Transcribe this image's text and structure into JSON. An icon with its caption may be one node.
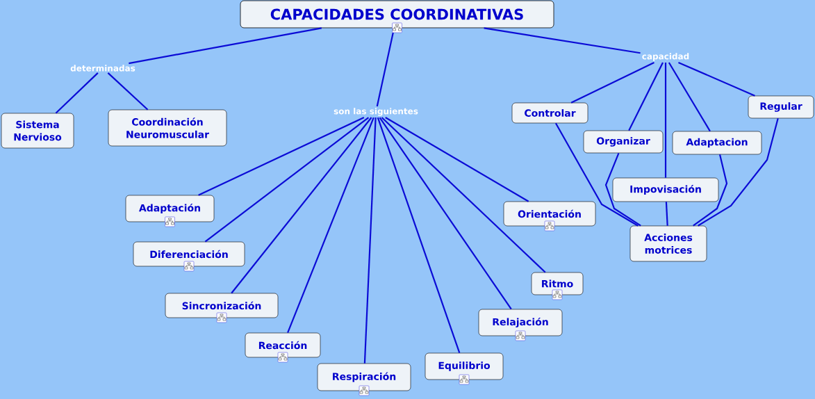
{
  "diagram": {
    "nodes": [
      {
        "text": [
          "CAPACIDADES COORDINATIVAS"
        ]
      },
      {
        "text": [
          "determinadas"
        ]
      },
      {
        "text": [
          "son las siguientes"
        ]
      },
      {
        "text": [
          "capacidad"
        ]
      },
      {
        "text": [
          "Sistema Nervioso"
        ]
      },
      {
        "text": [
          "Coordinación Neuromuscular"
        ]
      },
      {
        "text": [
          "Adaptación"
        ]
      },
      {
        "text": [
          "Diferenciación"
        ]
      },
      {
        "text": [
          "Sincronización"
        ]
      },
      {
        "text": [
          "Reacción"
        ]
      },
      {
        "text": [
          "Respiración"
        ]
      },
      {
        "text": [
          "Equilibrio"
        ]
      },
      {
        "text": [
          "Relajación"
        ]
      },
      {
        "text": [
          "Ritmo"
        ]
      },
      {
        "text": [
          "Orientación"
        ]
      },
      {
        "text": [
          "Controlar"
        ]
      },
      {
        "text": [
          "Organizar"
        ]
      },
      {
        "text": [
          "Adaptacion"
        ]
      },
      {
        "text": [
          "Regular"
        ]
      },
      {
        "text": [
          "Impovisación"
        ]
      },
      {
        "text": [
          "Acciones motrices"
        ]
      }
    ],
    "edges": [
      {
        "from": 0,
        "to": 1,
        "arrow": "none"
      },
      {
        "from": 0,
        "to": 2,
        "arrow": "none"
      },
      {
        "from": 0,
        "to": 3,
        "arrow": "none"
      },
      {
        "from": 1,
        "to": 4,
        "arrow": "none"
      },
      {
        "from": 1,
        "to": 5,
        "arrow": "none"
      },
      {
        "from": 2,
        "to": 6,
        "arrow": "none"
      },
      {
        "from": 2,
        "to": 7,
        "arrow": "none"
      },
      {
        "from": 2,
        "to": 8,
        "arrow": "none"
      },
      {
        "from": 2,
        "to": 9,
        "arrow": "none"
      },
      {
        "from": 2,
        "to": 10,
        "arrow": "none"
      },
      {
        "from": 2,
        "to": 11,
        "arrow": "none"
      },
      {
        "from": 2,
        "to": 12,
        "arrow": "none"
      },
      {
        "from": 2,
        "to": 13,
        "arrow": "none"
      },
      {
        "from": 2,
        "to": 14,
        "arrow": "none"
      },
      {
        "from": 3,
        "to": 15,
        "arrow": "none"
      },
      {
        "from": 3,
        "to": 16,
        "arrow": "none"
      },
      {
        "from": 3,
        "to": 19,
        "arrow": "none"
      },
      {
        "from": 3,
        "to": 17,
        "arrow": "none"
      },
      {
        "from": 3,
        "to": 18,
        "arrow": "none"
      },
      {
        "from": 15,
        "to": 20,
        "arrow": "none"
      },
      {
        "from": 16,
        "to": 20,
        "arrow": "none"
      },
      {
        "from": 19,
        "to": 20,
        "arrow": "none"
      },
      {
        "from": 17,
        "to": 20,
        "arrow": "none"
      },
      {
        "from": 18,
        "to": 20,
        "arrow": "none"
      }
    ]
  }
}
